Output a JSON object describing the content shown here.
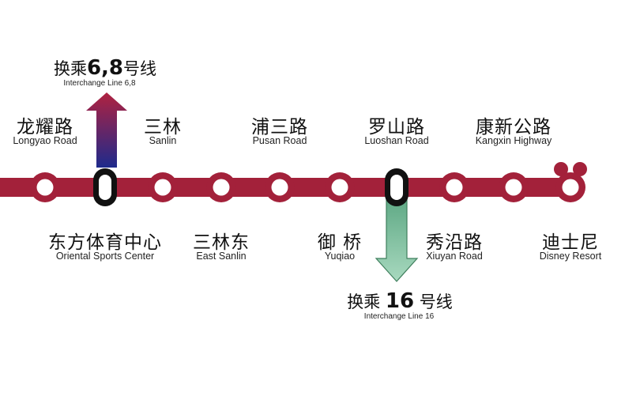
{
  "colors": {
    "line": "#a3213a",
    "line_dark": "#7f1a2c",
    "up_arrow_top": "#b02240",
    "up_arrow_bottom": "#1e2a8c",
    "down_arrow_top": "#5ea884",
    "down_arrow_bottom": "#a8d9bf",
    "interchange_ring": "#111111"
  },
  "stations": [
    {
      "zh": "龙耀路",
      "en": "Longyao Road",
      "side": "top",
      "interchange": false
    },
    {
      "zh": "东方体育中心",
      "en": "Oriental Sports Center",
      "side": "bottom",
      "interchange": true
    },
    {
      "zh": "三林",
      "en": "Sanlin",
      "side": "top",
      "interchange": false
    },
    {
      "zh": "三林东",
      "en": "East Sanlin",
      "side": "bottom",
      "interchange": false
    },
    {
      "zh": "浦三路",
      "en": "Pusan Road",
      "side": "top",
      "interchange": false
    },
    {
      "zh": "御 桥",
      "en": "Yuqiao",
      "side": "bottom",
      "interchange": false
    },
    {
      "zh": "罗山路",
      "en": "Luoshan Road",
      "side": "top",
      "interchange": true
    },
    {
      "zh": "秀沿路",
      "en": "Xiuyan Road",
      "side": "bottom",
      "interchange": false
    },
    {
      "zh": "康新公路",
      "en": "Kangxin Highway",
      "side": "top",
      "interchange": false
    },
    {
      "zh": "迪士尼",
      "en": "Disney Resort",
      "side": "bottom",
      "interchange": false,
      "terminal": true
    }
  ],
  "transfers": {
    "up": {
      "zh_prefix": "换乘",
      "lines": "6,8",
      "zh_suffix": "号线",
      "en": "Interchange Line 6,8"
    },
    "down": {
      "zh_prefix": "换乘 ",
      "lines": "16",
      "zh_suffix": " 号线",
      "en": "Interchange Line 16"
    }
  }
}
